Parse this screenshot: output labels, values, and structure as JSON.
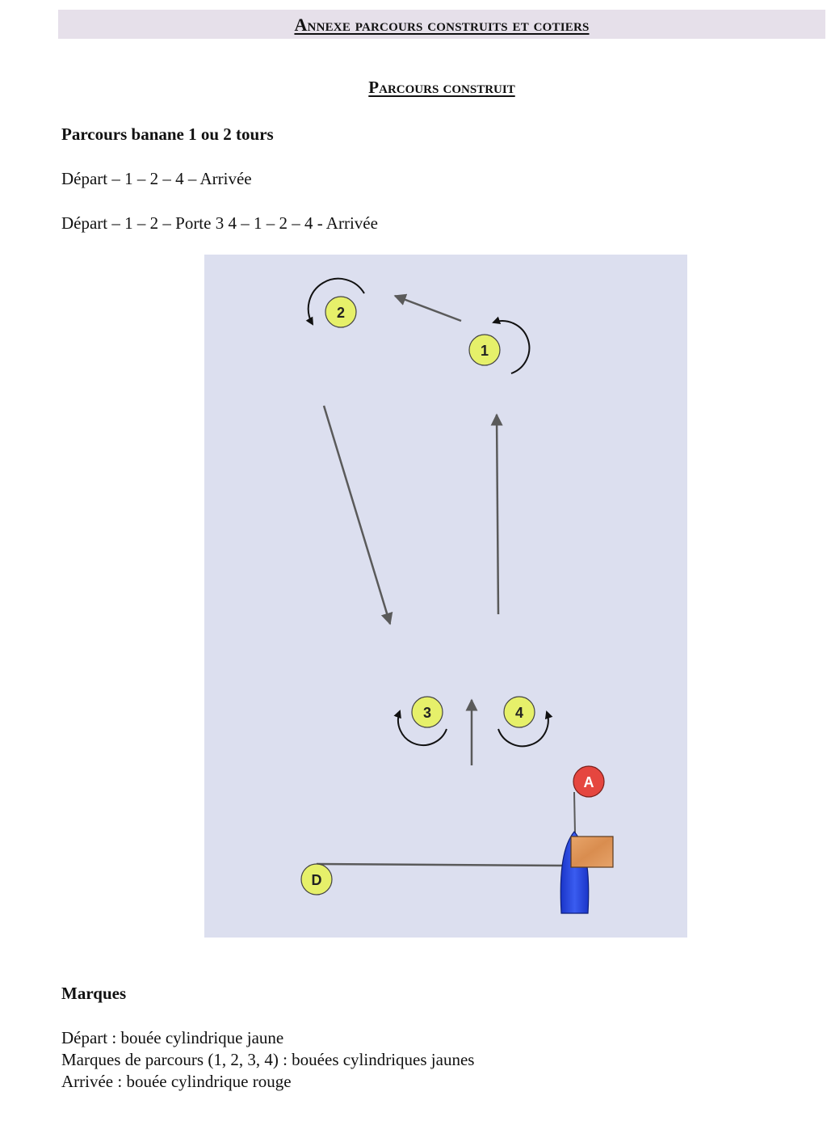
{
  "header": {
    "title": "Annexe parcours construits et cotiers"
  },
  "section": {
    "title": "Parcours construit"
  },
  "course": {
    "heading": "Parcours banane 1 ou 2 tours",
    "route_one": "Départ – 1 – 2 – 4 – Arrivée",
    "route_two": "Départ – 1 – 2 – Porte 3 4 – 1 – 2 – 4 - Arrivée"
  },
  "diagram": {
    "background_color": "#dcdfef",
    "mark_color": "#e6f06a",
    "finish_color": "#e5463f",
    "boat_color": "#1f3de0",
    "committee_color": "#e39a5a",
    "marks": {
      "m1": "1",
      "m2": "2",
      "m3": "3",
      "m4": "4",
      "start": "D",
      "finish": "A"
    }
  },
  "marques": {
    "heading": "Marques",
    "start": "Départ : bouée cylindrique jaune",
    "course_marks": "Marques de parcours (1, 2, 3, 4) : bouées cylindriques jaunes",
    "finish": "Arrivée : bouée cylindrique rouge"
  }
}
